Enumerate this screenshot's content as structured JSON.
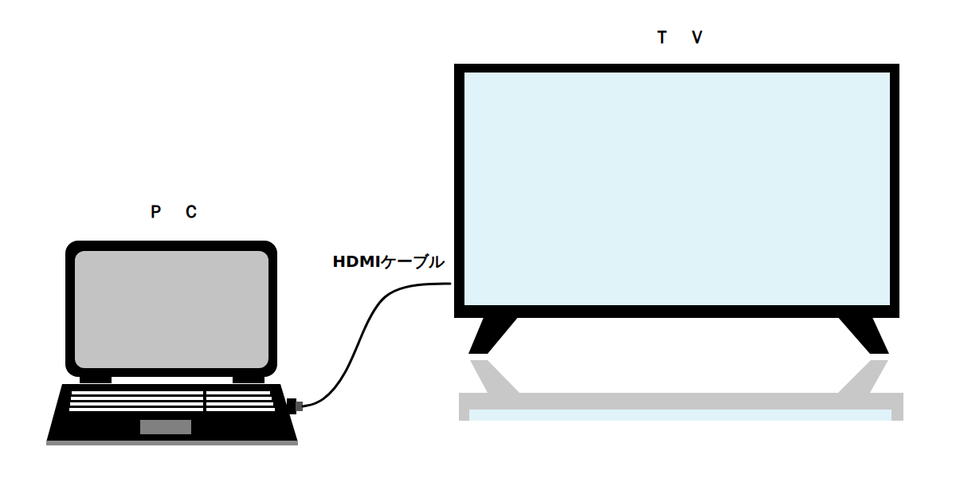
{
  "diagram": {
    "nodes": [
      {
        "text": [
          "Ｐ　Ｃ"
        ]
      },
      {
        "text": [
          "Ｔ　Ｖ"
        ]
      }
    ],
    "edges": [
      {
        "from": 0,
        "to": 1,
        "label": "HDMIケーブル",
        "arrow": "none"
      }
    ]
  }
}
